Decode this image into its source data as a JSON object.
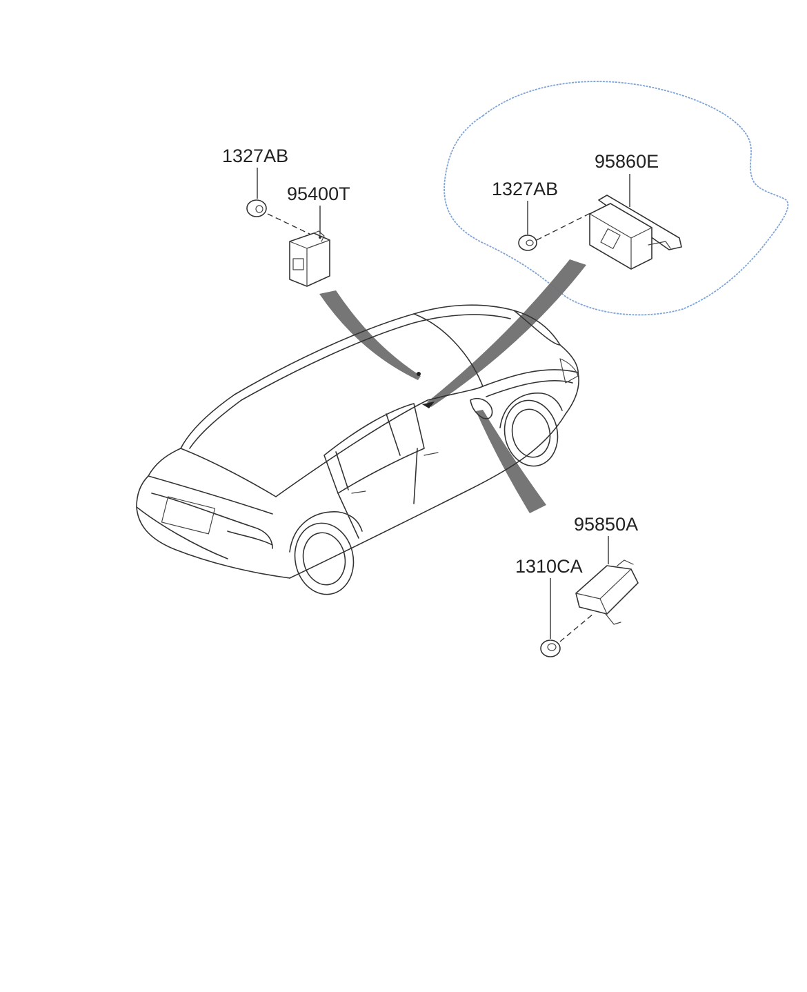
{
  "labels": {
    "nut_top_left": "1327AB",
    "module_top_left": "95400T",
    "nut_top_right": "1327AB",
    "module_top_right": "95860E",
    "module_bottom_right": "95850A",
    "bolt_bottom_right": "1310CA"
  },
  "colors": {
    "highlight_outline": "#7ea3d6",
    "line_art": "#333333",
    "callout_band": "#6f6f6f"
  }
}
